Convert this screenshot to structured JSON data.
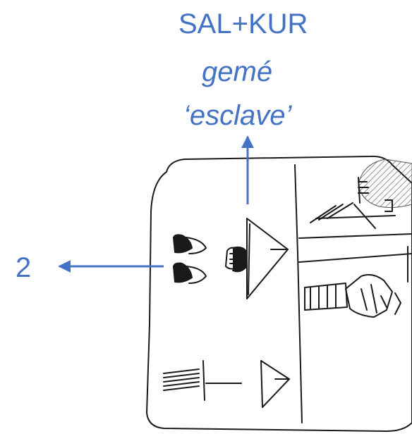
{
  "annotations": {
    "sign_name": "SAL+KUR",
    "reading": "gemé",
    "gloss": "‘esclave’",
    "count": "2"
  },
  "colors": {
    "annotation": "#4472c4",
    "ink": "#1a1a1a",
    "hatch": "#555555"
  },
  "icons": [
    "arrow-up-icon",
    "arrow-left-icon",
    "clay-tablet-icon"
  ]
}
